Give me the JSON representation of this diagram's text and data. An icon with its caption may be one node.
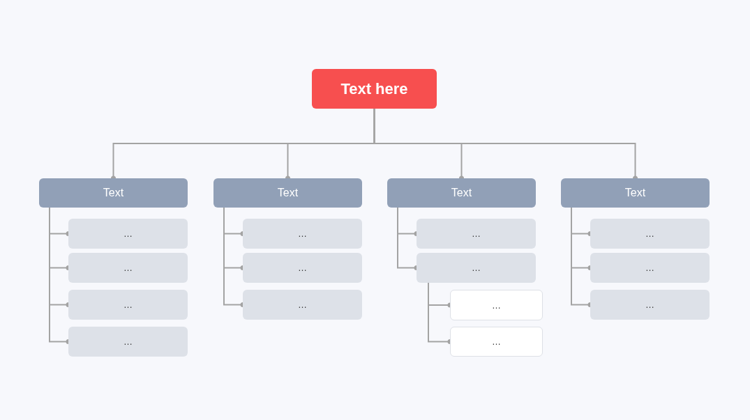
{
  "diagram": {
    "nodes": [
      {
        "text": [
          "Text here"
        ]
      },
      {
        "text": [
          "Text"
        ]
      },
      {
        "text": [
          "…"
        ]
      },
      {
        "text": [
          "…"
        ]
      },
      {
        "text": [
          "…"
        ]
      },
      {
        "text": [
          "…"
        ]
      },
      {
        "text": [
          "Text"
        ]
      },
      {
        "text": [
          "…"
        ]
      },
      {
        "text": [
          "…"
        ]
      },
      {
        "text": [
          "…"
        ]
      },
      {
        "text": [
          "Text"
        ]
      },
      {
        "text": [
          "…"
        ]
      },
      {
        "text": [
          "…"
        ]
      },
      {
        "text": [
          "…"
        ]
      },
      {
        "text": [
          "…"
        ]
      },
      {
        "text": [
          "Text"
        ]
      },
      {
        "text": [
          "…"
        ]
      },
      {
        "text": [
          "…"
        ]
      },
      {
        "text": [
          "…"
        ]
      }
    ],
    "edges": [
      {
        "from": 0,
        "to": 1,
        "arrow": "other"
      },
      {
        "from": 0,
        "to": 6,
        "arrow": "other"
      },
      {
        "from": 0,
        "to": 10,
        "arrow": "other"
      },
      {
        "from": 0,
        "to": 15,
        "arrow": "other"
      },
      {
        "from": 1,
        "to": 2,
        "arrow": "other"
      },
      {
        "from": 1,
        "to": 3,
        "arrow": "other"
      },
      {
        "from": 1,
        "to": 4,
        "arrow": "other"
      },
      {
        "from": 1,
        "to": 5,
        "arrow": "other"
      },
      {
        "from": 6,
        "to": 7,
        "arrow": "other"
      },
      {
        "from": 6,
        "to": 8,
        "arrow": "other"
      },
      {
        "from": 6,
        "to": 9,
        "arrow": "other"
      },
      {
        "from": 10,
        "to": 11,
        "arrow": "other"
      },
      {
        "from": 10,
        "to": 12,
        "arrow": "other"
      },
      {
        "from": 12,
        "to": 13,
        "arrow": "other"
      },
      {
        "from": 12,
        "to": 14,
        "arrow": "other"
      },
      {
        "from": 15,
        "to": 16,
        "arrow": "other"
      },
      {
        "from": 15,
        "to": 17,
        "arrow": "other"
      },
      {
        "from": 15,
        "to": 18,
        "arrow": "other"
      }
    ]
  }
}
